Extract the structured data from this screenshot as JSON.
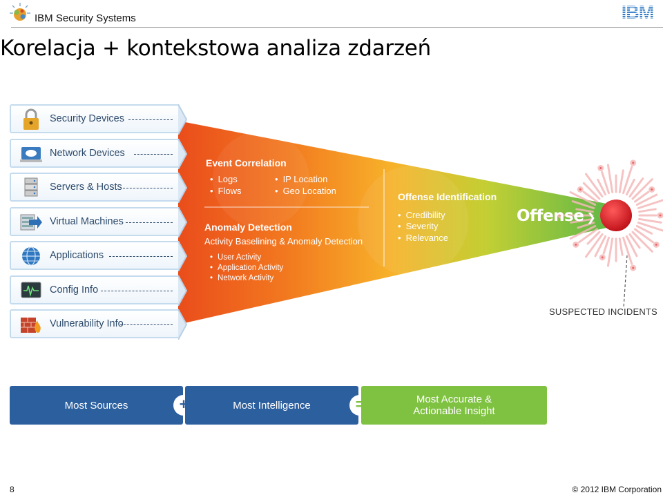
{
  "header": {
    "brand": "IBM Security Systems",
    "logo_text": "IBM",
    "title": "Korelacja + kontekstowa analiza zdarzeń"
  },
  "sources": [
    {
      "label": "Security Devices",
      "icon": "lock-icon"
    },
    {
      "label": "Network Devices",
      "icon": "network-cloud-icon"
    },
    {
      "label": "Servers & Hosts",
      "icon": "server-icon"
    },
    {
      "label": "Virtual Machines",
      "icon": "virtual-machine-icon"
    },
    {
      "label": "Applications",
      "icon": "globe-icon"
    },
    {
      "label": "Config Info",
      "icon": "monitor-icon"
    },
    {
      "label": "Vulnerability Info",
      "icon": "firewall-icon"
    }
  ],
  "event_correlation": {
    "title": "Event Correlation",
    "col1": [
      "Logs",
      "Flows"
    ],
    "col2": [
      "IP Location",
      "Geo Location"
    ]
  },
  "anomaly_detection": {
    "title": "Anomaly Detection",
    "subtitle": "Activity Baselining & Anomaly Detection",
    "items": [
      "User Activity",
      "Application Activity",
      "Network Activity"
    ]
  },
  "offense_identification": {
    "title": "Offense Identification",
    "items": [
      "Credibility",
      "Severity",
      "Relevance"
    ]
  },
  "offense_label": "Offense",
  "suspected_label": "SUSPECTED INCIDENTS",
  "bottom": {
    "sources": "Most Sources",
    "plus": "+",
    "intelligence": "Most Intelligence",
    "equals": "=",
    "insight_line1": "Most Accurate &",
    "insight_line2": "Actionable Insight"
  },
  "colors": {
    "blue_box": "#2c5f9e",
    "green_box": "#7fc241",
    "funnel_start": "#e8501a",
    "funnel_mid": "#f5a623",
    "funnel_end": "#7dc242",
    "offense_red": "#d9191f"
  },
  "footer": {
    "page": "8",
    "copyright": "© 2012 IBM Corporation"
  }
}
